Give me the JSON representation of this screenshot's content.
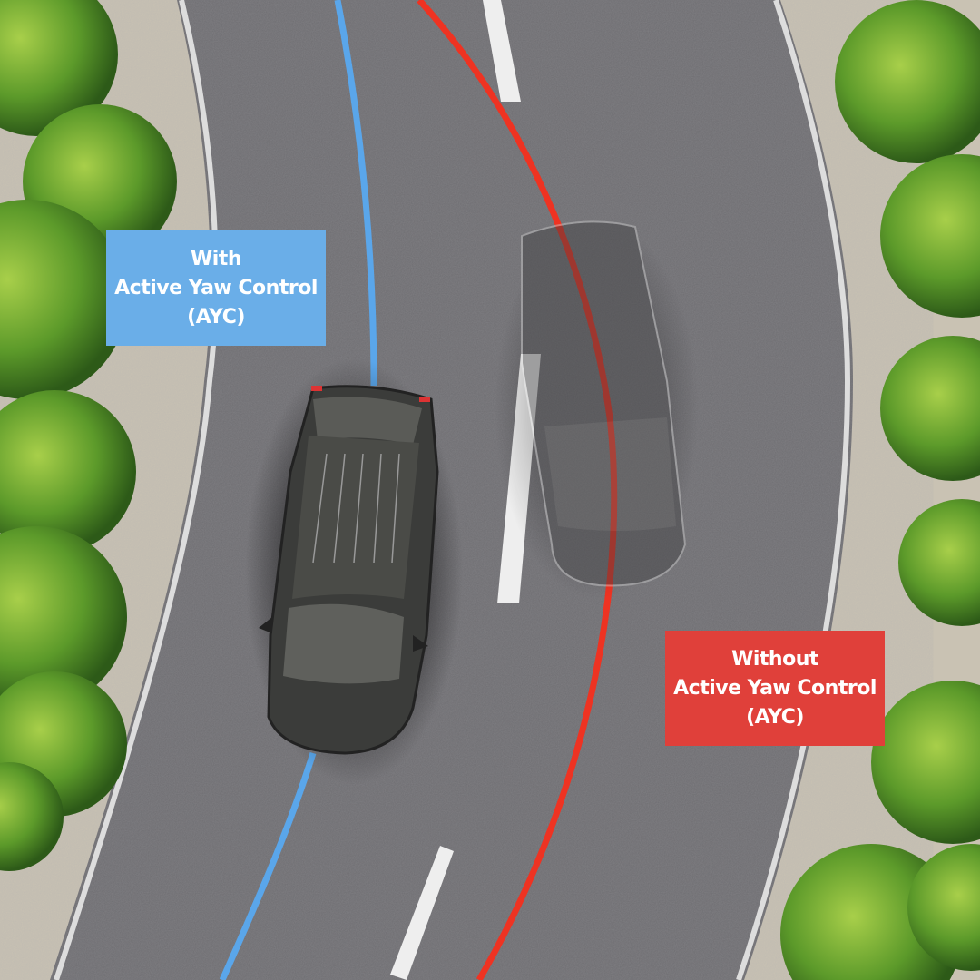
{
  "labels": {
    "with": {
      "line1": "With",
      "line2": "Active Yaw Control",
      "line3": "(AYC)"
    },
    "without": {
      "line1": "Without",
      "line2": "Active Yaw Control",
      "line3": "(AYC)"
    }
  },
  "colors": {
    "with_path": "#5aa6ea",
    "without_path": "#ee3322",
    "with_label_bg": "#6aaee8",
    "without_label_bg": "#e0403a",
    "road": "#77767a",
    "tree": "#4f8a22"
  }
}
